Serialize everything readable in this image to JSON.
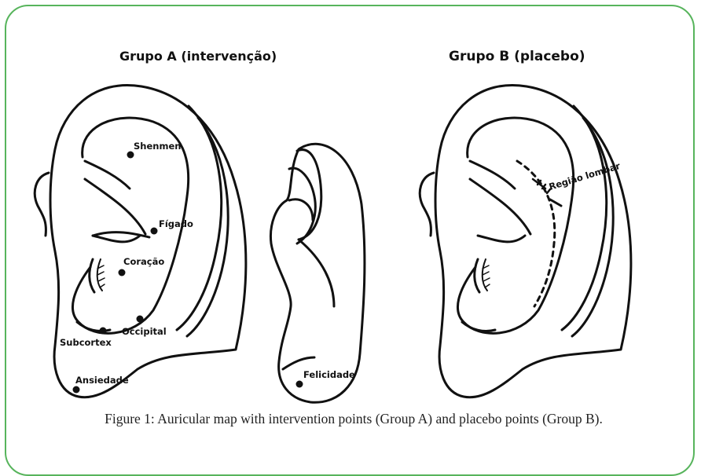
{
  "figure": {
    "group_a_title": "Grupo A (intervenção)",
    "group_b_title": "Grupo B (placebo)",
    "points_a": {
      "shenmen": "Shenmen",
      "figado": "Fígado",
      "coracao": "Coração",
      "occipital": "Occipital",
      "subcortex": "Subcortex",
      "ansiedade": "Ansiedade"
    },
    "points_back": {
      "felicidade": "Felicidade"
    },
    "points_b": {
      "regiao_lombar": "Região lombar"
    },
    "caption": "Figure 1: Auricular map with intervention points (Group A) and placebo points (Group B).",
    "colors": {
      "frame": "#57b45c",
      "line": "#111111"
    }
  }
}
